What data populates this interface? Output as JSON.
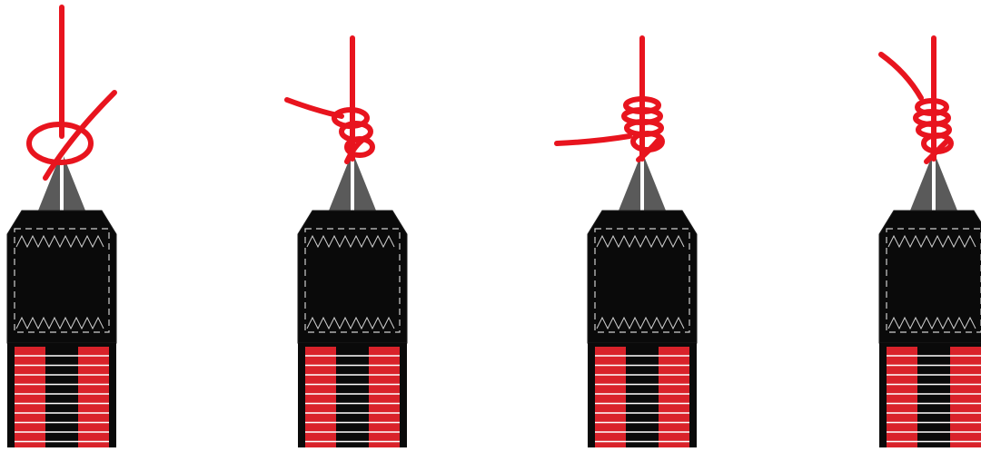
{
  "figure": {
    "panels": [
      {
        "id": "step-1"
      },
      {
        "id": "step-2"
      },
      {
        "id": "step-3"
      },
      {
        "id": "step-4"
      }
    ]
  },
  "colors": {
    "background": "#ffffff",
    "cord": "#e8141e",
    "tool_body": "#0a0a0a",
    "tool_body_outline": "#1c1c1c",
    "tip": "#5a5a5a",
    "stitch": "#cfcfcf",
    "grip_red": "#d9222a",
    "grip_stripe": "#ffffff"
  }
}
